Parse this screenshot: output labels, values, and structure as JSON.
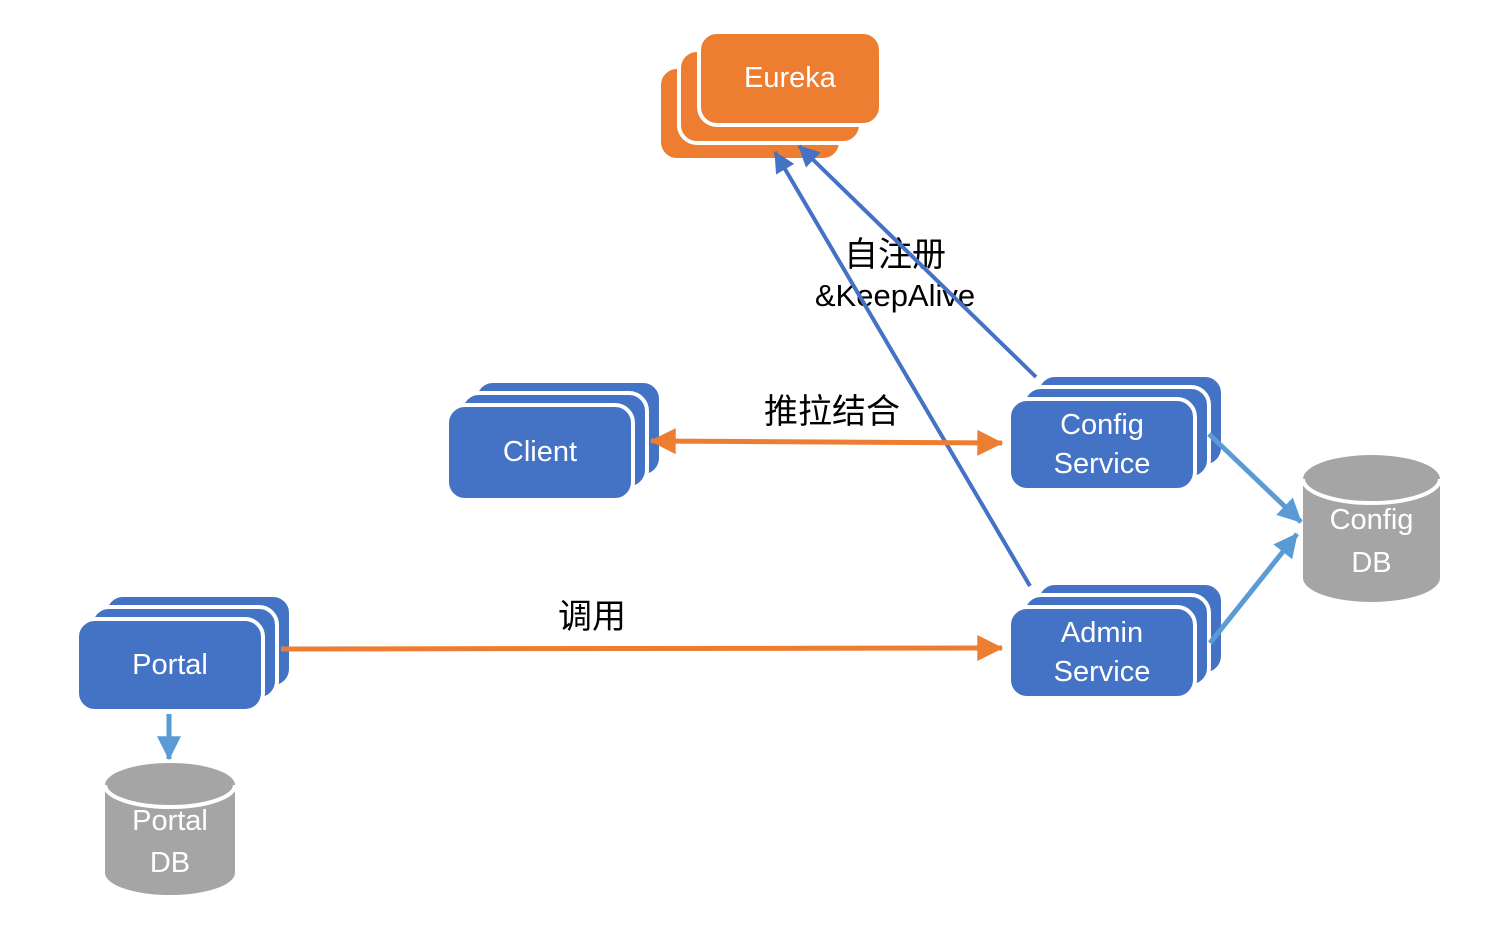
{
  "diagram": {
    "title": "Config center architecture diagram",
    "nodes": {
      "eureka": {
        "label": "Eureka"
      },
      "client": {
        "label": "Client"
      },
      "config_service": {
        "label": "Config Service"
      },
      "admin_service": {
        "label": "Admin Service"
      },
      "portal": {
        "label": "Portal"
      },
      "config_db": {
        "label": "Config DB"
      },
      "portal_db": {
        "label": "Portal DB"
      }
    },
    "edge_labels": {
      "self_register_line1": "自注册",
      "self_register_line2": "&KeepAlive",
      "push_pull": "推拉结合",
      "invoke": "调用"
    },
    "edges": [
      {
        "from": "config_service",
        "to": "eureka",
        "label": "自注册 &KeepAlive",
        "color": "#4472C4",
        "arrow": "end"
      },
      {
        "from": "admin_service",
        "to": "eureka",
        "label": "自注册 &KeepAlive",
        "color": "#4472C4",
        "arrow": "end"
      },
      {
        "from": "client",
        "to": "config_service",
        "label": "推拉结合",
        "color": "#ED7D31",
        "arrow": "both"
      },
      {
        "from": "portal",
        "to": "admin_service",
        "label": "调用",
        "color": "#ED7D31",
        "arrow": "end"
      },
      {
        "from": "config_service",
        "to": "config_db",
        "label": "",
        "color": "#5B9BD5",
        "arrow": "end"
      },
      {
        "from": "admin_service",
        "to": "config_db",
        "label": "",
        "color": "#5B9BD5",
        "arrow": "end"
      },
      {
        "from": "portal",
        "to": "portal_db",
        "label": "",
        "color": "#5B9BD5",
        "arrow": "end"
      }
    ],
    "colors": {
      "node_blue": "#4472C4",
      "node_orange": "#ED7D31",
      "db_gray": "#A5A5A5",
      "arrow_blue": "#4472C4",
      "arrow_light_blue": "#5B9BD5",
      "arrow_orange": "#ED7D31",
      "node_text": "#FFFFFF",
      "label_text": "#000000",
      "background": "#FFFFFF"
    }
  }
}
